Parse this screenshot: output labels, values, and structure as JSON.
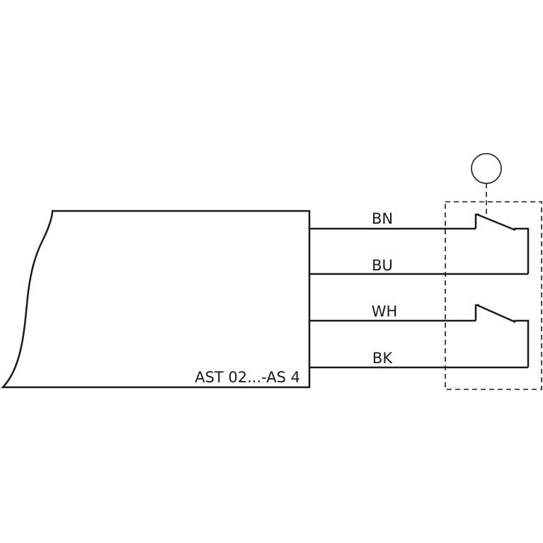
{
  "diagram": {
    "device_label": "AST 02...-AS 4",
    "wires": [
      {
        "label": "BN"
      },
      {
        "label": "BU"
      },
      {
        "label": "WH"
      },
      {
        "label": "BK"
      }
    ]
  }
}
